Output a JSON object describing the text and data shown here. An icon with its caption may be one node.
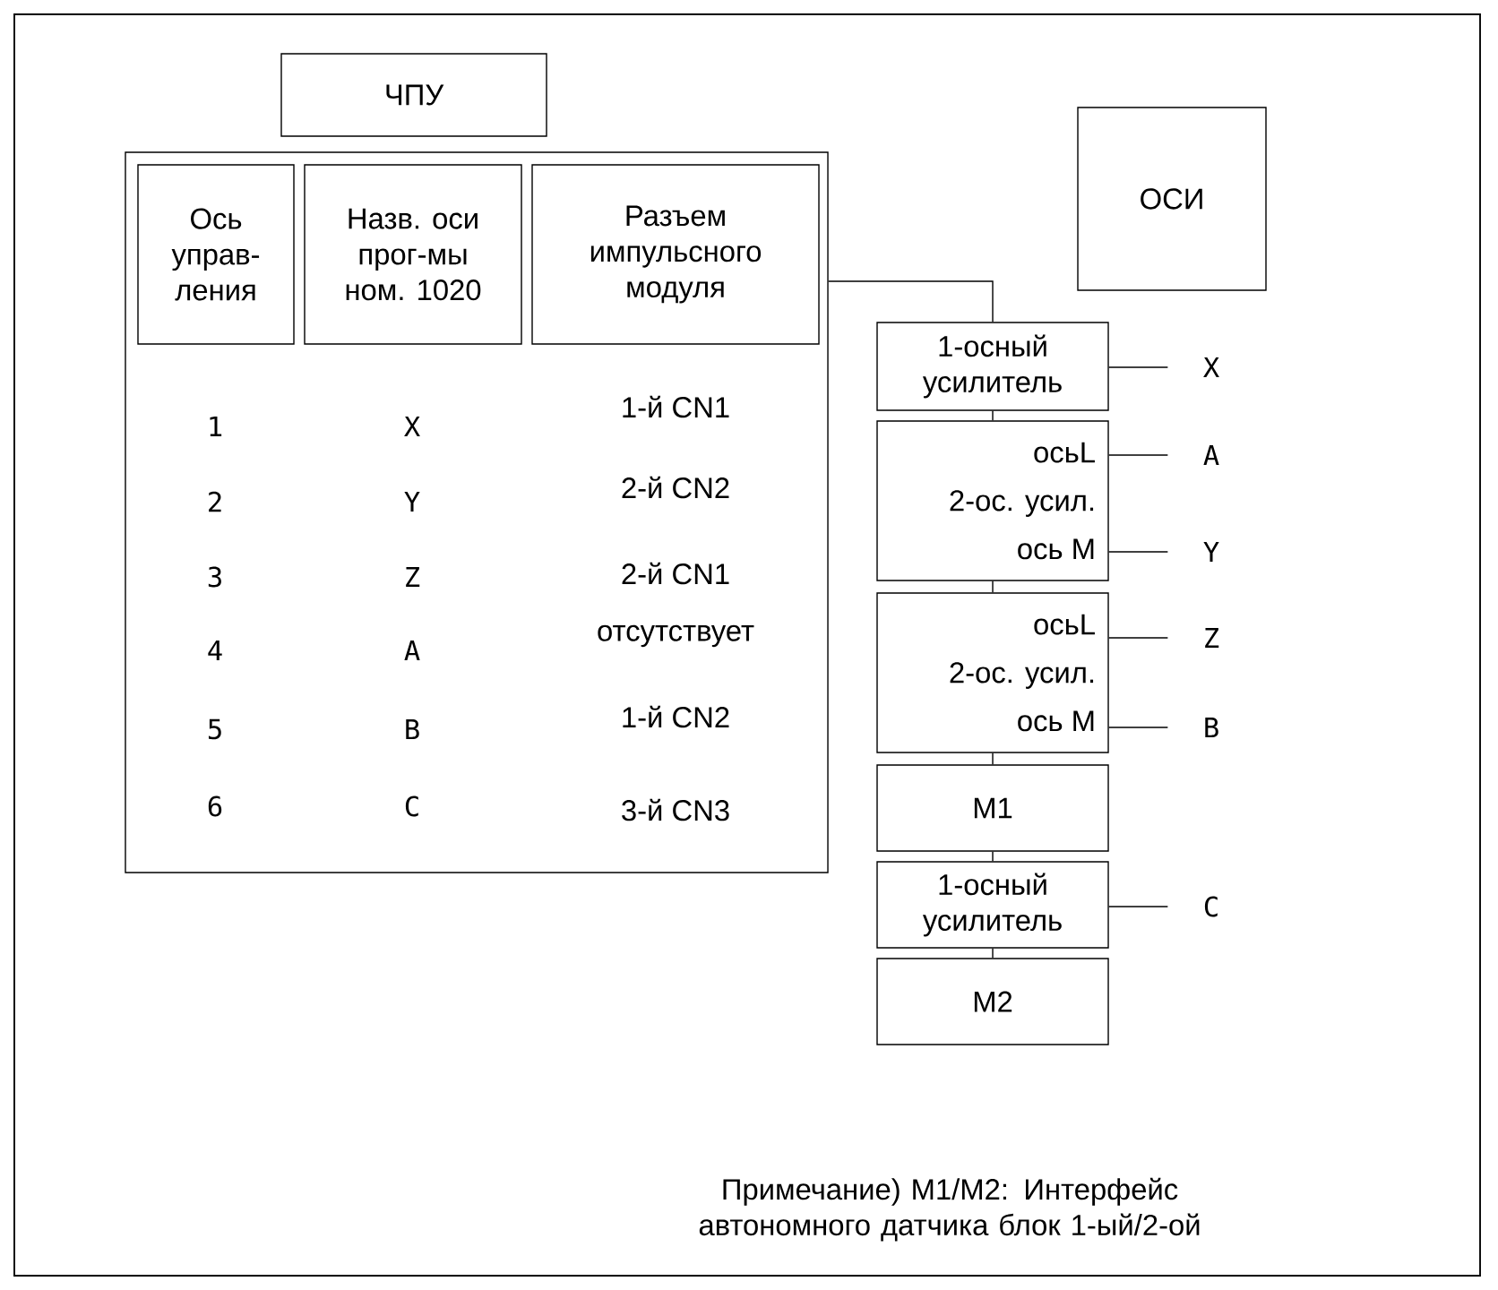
{
  "diagram": {
    "nodes": [
      {
        "text": [
          "ЧПУ"
        ]
      },
      {
        "text": [],
        "shape": "box"
      },
      {
        "text": [
          "Ось управ-ления"
        ],
        "in": 1
      },
      {
        "text": [
          "Назв. оси прог-мы ном. 1020"
        ],
        "in": 1
      },
      {
        "text": [
          "Разъем импульсного модуля"
        ],
        "in": 1
      },
      {
        "text": [
          "ОСИ"
        ]
      },
      {
        "text": [
          "1-осный усилитель"
        ]
      },
      {
        "text": [
          "осьL",
          "2-ос. усил.",
          "ось M"
        ]
      },
      {
        "text": [
          "осьL",
          "2-ос. усил.",
          "ось M"
        ]
      },
      {
        "text": [
          "M1"
        ]
      },
      {
        "text": [
          "1-осный усилитель"
        ]
      },
      {
        "text": [
          "M2"
        ]
      },
      {
        "text": [
          "X"
        ]
      },
      {
        "text": [
          "A"
        ]
      },
      {
        "text": [
          "Y"
        ]
      },
      {
        "text": [
          "Z"
        ]
      },
      {
        "text": [
          "B"
        ]
      },
      {
        "text": [
          "C"
        ]
      }
    ],
    "edges": [
      {
        "from": 1,
        "to": 6,
        "arrow": "none"
      },
      {
        "from": 6,
        "to": 7,
        "arrow": "none"
      },
      {
        "from": 7,
        "to": 8,
        "arrow": "none"
      },
      {
        "from": 8,
        "to": 9,
        "arrow": "none"
      },
      {
        "from": 9,
        "to": 10,
        "arrow": "none"
      },
      {
        "from": 10,
        "to": 11,
        "arrow": "none"
      },
      {
        "from": 6,
        "to": 12,
        "arrow": "none"
      },
      {
        "from": 7,
        "to": 13,
        "arrow": "none"
      },
      {
        "from": 7,
        "to": 14,
        "arrow": "none"
      },
      {
        "from": 8,
        "to": 15,
        "arrow": "none"
      },
      {
        "from": 8,
        "to": 16,
        "arrow": "none"
      },
      {
        "from": 10,
        "to": 17,
        "arrow": "none"
      }
    ],
    "labels": [
      "1",
      "X",
      "1-й CN1",
      "2",
      "Y",
      "2-й CN2",
      "3",
      "Z",
      "2-й CN1",
      "4",
      "A",
      "отсутствует",
      "5",
      "B",
      "1-й CN2",
      "6",
      "C",
      "3-й CN3",
      "Примечание) M1/M2: Интерфейс автономного датчика блок 1-ый/2-ой"
    ]
  }
}
